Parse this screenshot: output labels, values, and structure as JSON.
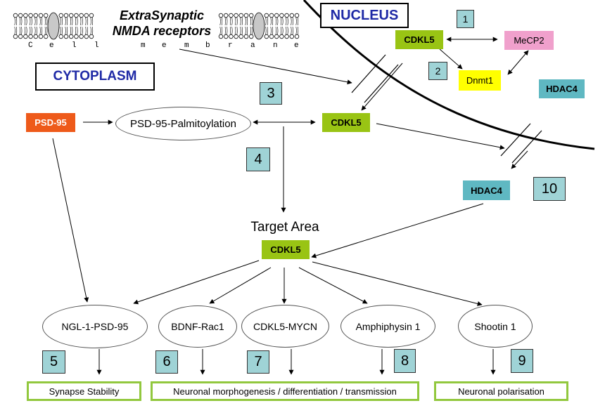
{
  "header": {
    "receptor_title_line1": "ExtraSynaptic",
    "receptor_title_line2": "NMDA receptors",
    "membrane_letters": [
      "C",
      "e",
      "l",
      "l",
      "m",
      "e",
      "m",
      "b",
      "r",
      "a",
      "n",
      "e"
    ]
  },
  "compartments": {
    "nucleus": "NUCLEUS",
    "cytoplasm": "CYTOPLASM"
  },
  "nodes": {
    "cdkl5_nucleus": "CDKL5",
    "mecp2": "MeCP2",
    "dnmt1": "Dnmt1",
    "hdac4_nucleus": "HDAC4",
    "psd95": "PSD-95",
    "psd95_palm": "PSD-95-Palmitoylation",
    "cdkl5_cyto": "CDKL5",
    "hdac4_cyto": "HDAC4",
    "target_area": "Target Area",
    "cdkl5_target": "CDKL5",
    "ngl1": "NGL-1-PSD-95",
    "bdnf": "BDNF-Rac1",
    "mycn": "CDKL5-MYCN",
    "amph": "Amphiphysin 1",
    "shootin": "Shootin 1"
  },
  "numbers": {
    "n1": "1",
    "n2": "2",
    "n3": "3",
    "n4": "4",
    "n5": "5",
    "n6": "6",
    "n7": "7",
    "n8": "8",
    "n9": "9",
    "n10": "10"
  },
  "outcomes": {
    "synapse": "Synapse Stability",
    "neuronal": "Neuronal morphogenesis / differentiation / transmission",
    "polarisation": "Neuronal polarisation"
  },
  "colors": {
    "cdkl5": "#99c414",
    "mecp2": "#f0a0cc",
    "dnmt1": "#ffff00",
    "hdac4": "#5fb8c2",
    "psd95": "#ee5a1a",
    "number_box": "#9fd3d6",
    "outcome_border": "#92c83e",
    "compartment_text": "#1f2aa6"
  }
}
